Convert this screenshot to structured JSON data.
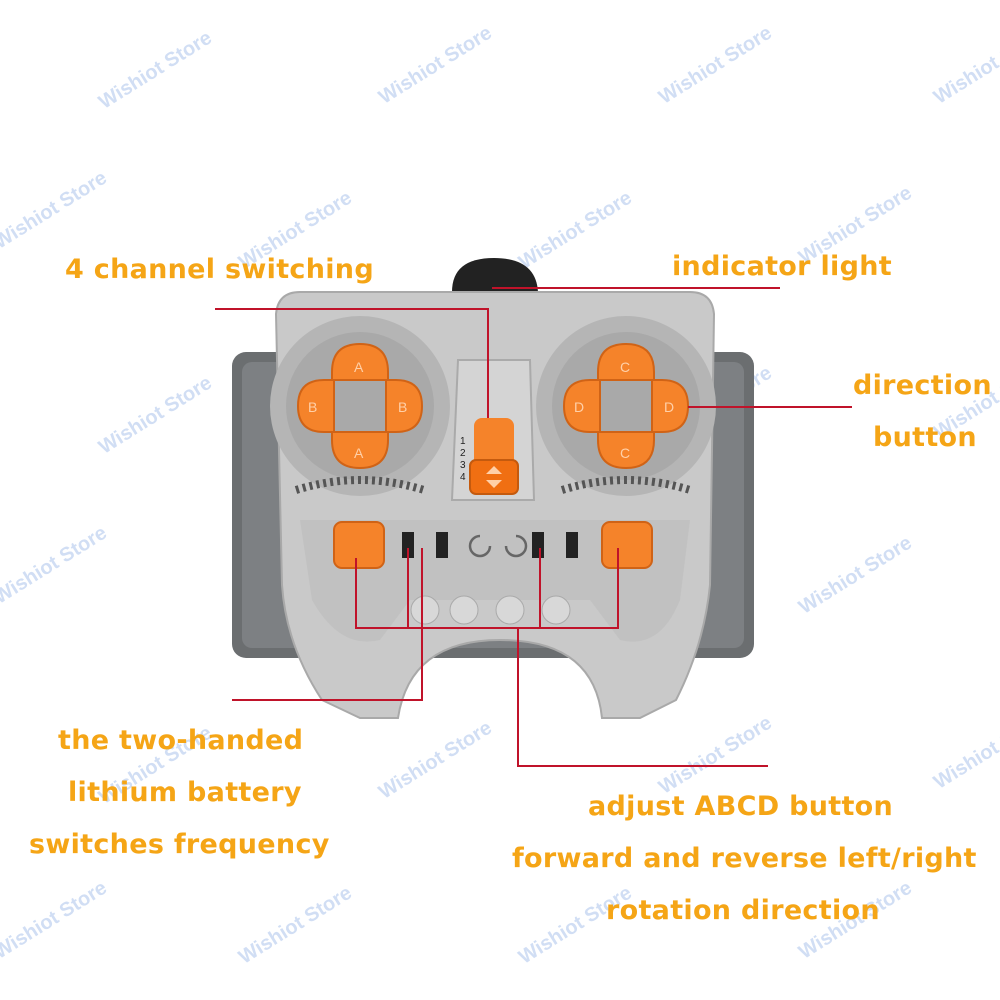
{
  "watermark": "Wishiot Store",
  "labels": {
    "channel": "4 channel switching",
    "indicator": "indicator light",
    "direction_1": "direction",
    "direction_2": "button",
    "battery_1": "the two-handed",
    "battery_2": "lithium battery",
    "battery_3": "switches frequency",
    "adjust_1": "adjust ABCD button",
    "adjust_2": "forward and reverse left/right",
    "adjust_3": "rotation direction"
  },
  "buttons": {
    "left_pad": [
      "A",
      "B",
      "A",
      "B"
    ],
    "right_pad": [
      "C",
      "D",
      "C",
      "D"
    ]
  },
  "channels": [
    "1",
    "2",
    "3",
    "4"
  ],
  "colors": {
    "label": "#f5a516",
    "line": "#c0132a",
    "button": "#f5832a",
    "body": "#c9c9c9",
    "watermark": "#c9d9f3"
  }
}
